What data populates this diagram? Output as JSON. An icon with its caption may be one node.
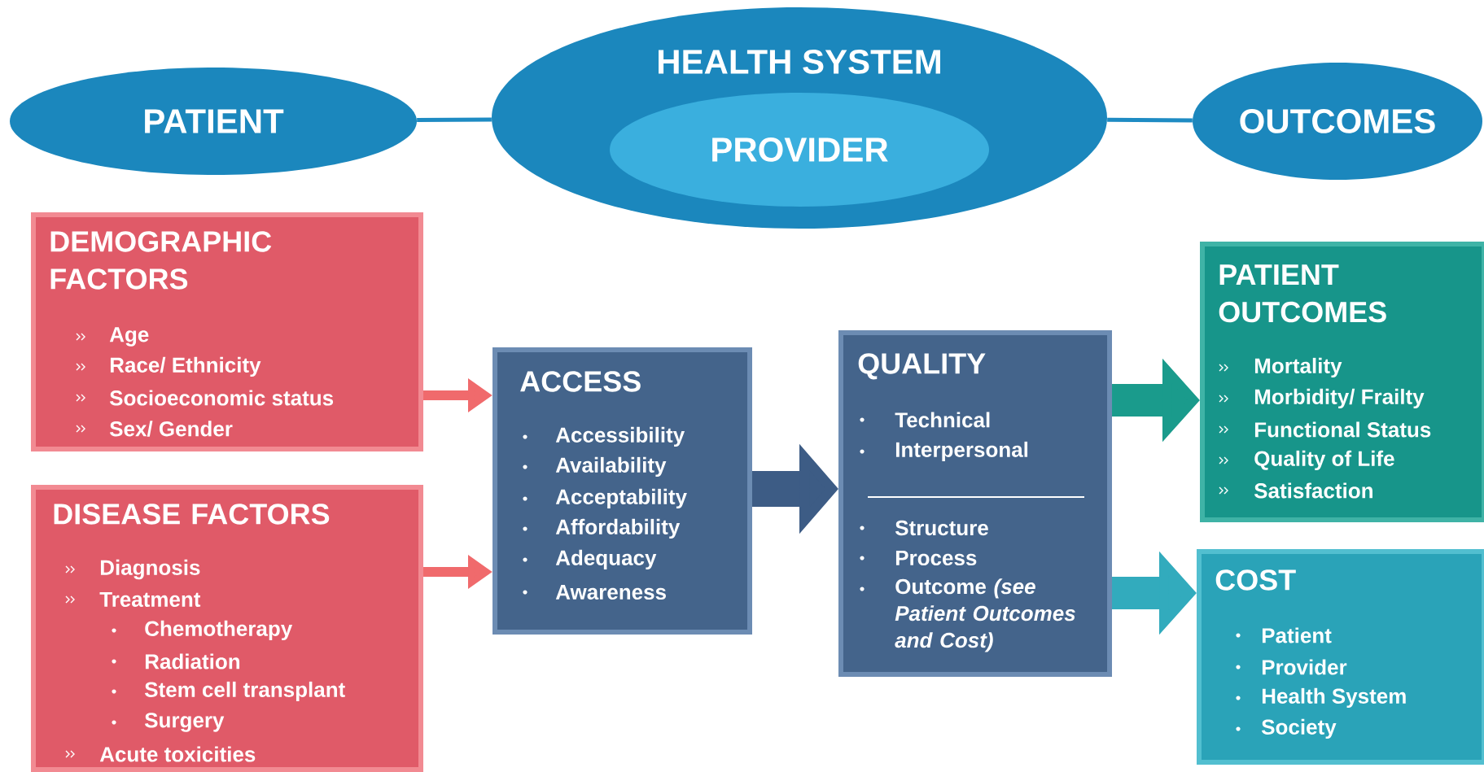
{
  "diagram": {
    "nodes": [
      {
        "text": [
          "PATIENT"
        ]
      },
      {
        "text": [
          "HEALTH SYSTEM"
        ]
      },
      {
        "text": [
          "PROVIDER"
        ],
        "in": 1
      },
      {
        "text": [
          "OUTCOMES"
        ]
      },
      {
        "text": [
          "DEMOGRAPHIC FACTORS",
          "Age",
          "Race/ Ethnicity",
          "Socioeconomic status",
          "Sex/ Gender"
        ]
      },
      {
        "text": [
          "DISEASE FACTORS",
          "Diagnosis",
          "Treatment",
          "Chemotherapy",
          "Radiation",
          "Stem cell transplant",
          "Surgery",
          "Acute toxicities"
        ]
      },
      {
        "text": [
          "ACCESS",
          "Accessibility",
          "Availability",
          "Acceptability",
          "Affordability",
          "Adequacy",
          "Awareness"
        ]
      },
      {
        "text": [
          "QUALITY",
          "Technical",
          "Interpersonal",
          "Structure",
          "Process",
          "Outcome *(see Patient Outcomes and Cost)*"
        ]
      },
      {
        "text": [
          "PATIENT OUTCOMES",
          "Mortality",
          "Morbidity/ Frailty",
          "Functional Status",
          "Quality of Life",
          "Satisfaction"
        ]
      },
      {
        "text": [
          "COST",
          "Patient",
          "Provider",
          "Health System",
          "Society"
        ]
      }
    ],
    "edges": [
      {
        "from": 0,
        "to": 1,
        "arrow": "none",
        "color": "#1e8bc3"
      },
      {
        "from": 1,
        "to": 3,
        "arrow": "none",
        "color": "#1e8bc3"
      },
      {
        "from": 4,
        "to": 6,
        "arrow": "to",
        "color": "#f06a6c"
      },
      {
        "from": 5,
        "to": 6,
        "arrow": "to",
        "color": "#f06a6c"
      },
      {
        "from": 6,
        "to": 7,
        "arrow": "to",
        "color": "#3d5c85",
        "style": "thick"
      },
      {
        "from": 7,
        "to": 8,
        "arrow": "to",
        "color": "#1a9b8c",
        "style": "thick"
      },
      {
        "from": 7,
        "to": 9,
        "arrow": "to",
        "color": "#32abbd",
        "style": "thick"
      }
    ]
  }
}
